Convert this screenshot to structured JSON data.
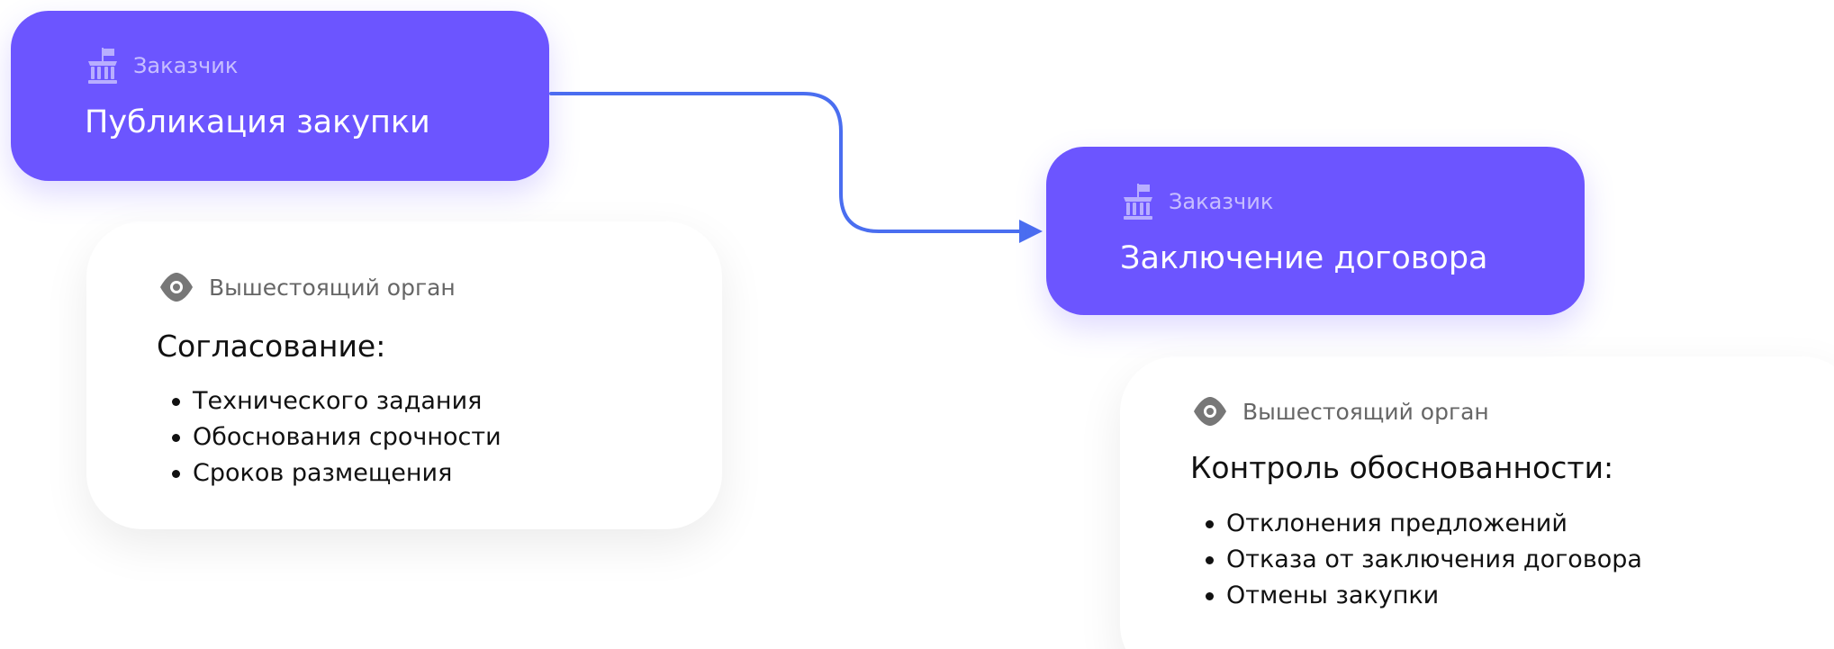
{
  "colors": {
    "step_card": "#6c55ff",
    "connector": "#4a6ef0",
    "observer_text": "#666666"
  },
  "steps": [
    {
      "role": "Заказчик",
      "role_icon": "building-flag-icon",
      "title": "Публикация закупки"
    },
    {
      "role": "Заказчик",
      "role_icon": "building-flag-icon",
      "title": "Заключение договора"
    }
  ],
  "cards": [
    {
      "observer": "Вышестоящий орган",
      "observer_icon": "eye-icon",
      "title": "Согласование:",
      "items": [
        "Технического задания",
        "Обоснования срочности",
        "Сроков размещения"
      ]
    },
    {
      "observer": "Вышестоящий орган",
      "observer_icon": "eye-icon",
      "title": "Контроль обоснованности:",
      "items": [
        "Отклонения предложений",
        "Отказа от заключения договора",
        "Отмены закупки"
      ]
    }
  ]
}
